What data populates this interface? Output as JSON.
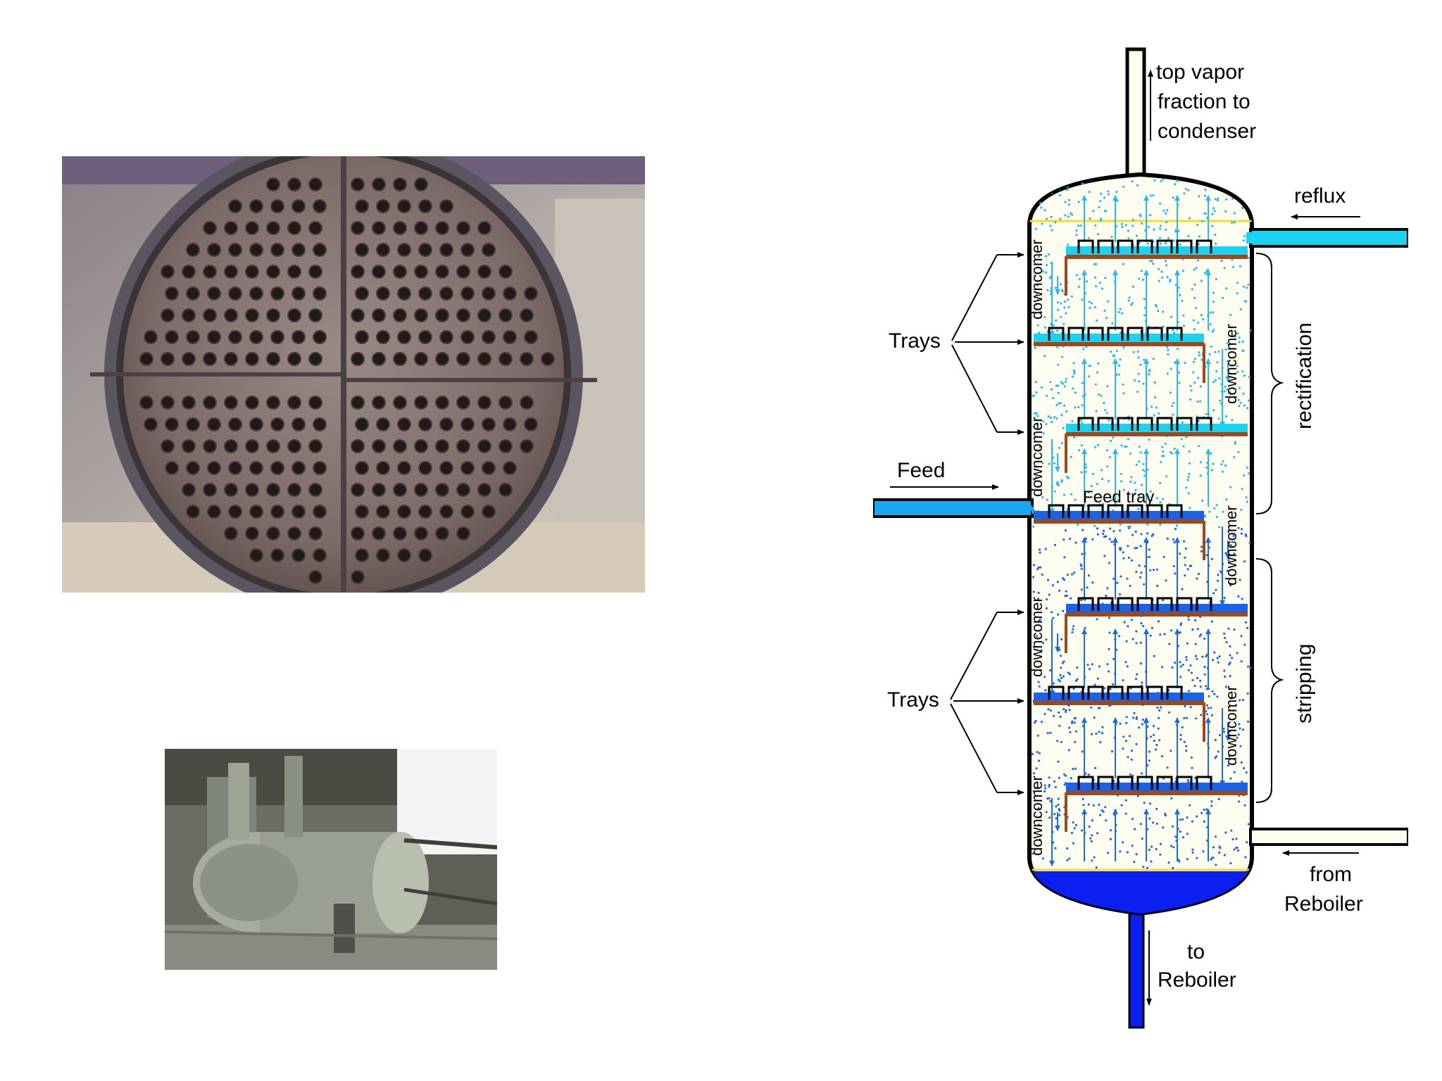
{
  "diagram": {
    "top_vapor_lines": [
      "top vapor",
      "fraction to",
      "condenser"
    ],
    "reflux": "reflux",
    "trays_label": "Trays",
    "feed": "Feed",
    "feed_tray": "Feed tray",
    "downcomer": "downcomer",
    "rectification": "rectification",
    "stripping": "stripping",
    "from_reboiler_lines": [
      "from",
      "Reboiler"
    ],
    "to_reboiler_lines": [
      "to",
      "Reboiler"
    ]
  },
  "colors": {
    "shell_fill": "#fffdf0",
    "liquid_light": "#19d3f0",
    "liquid_dark": "#1a62e8",
    "bottom_liquid": "#0b1ff0",
    "tray_plate": "#9b4a1e",
    "vapor_arrow_light": "#2ab8f0",
    "vapor_arrow_dark": "#1a6ae0",
    "liquid_level": "#f0e020"
  },
  "icons": {
    "photo_1": "heat-exchanger-tube-sheet-photo",
    "photo_2": "shell-and-tube-exchanger-photo"
  }
}
